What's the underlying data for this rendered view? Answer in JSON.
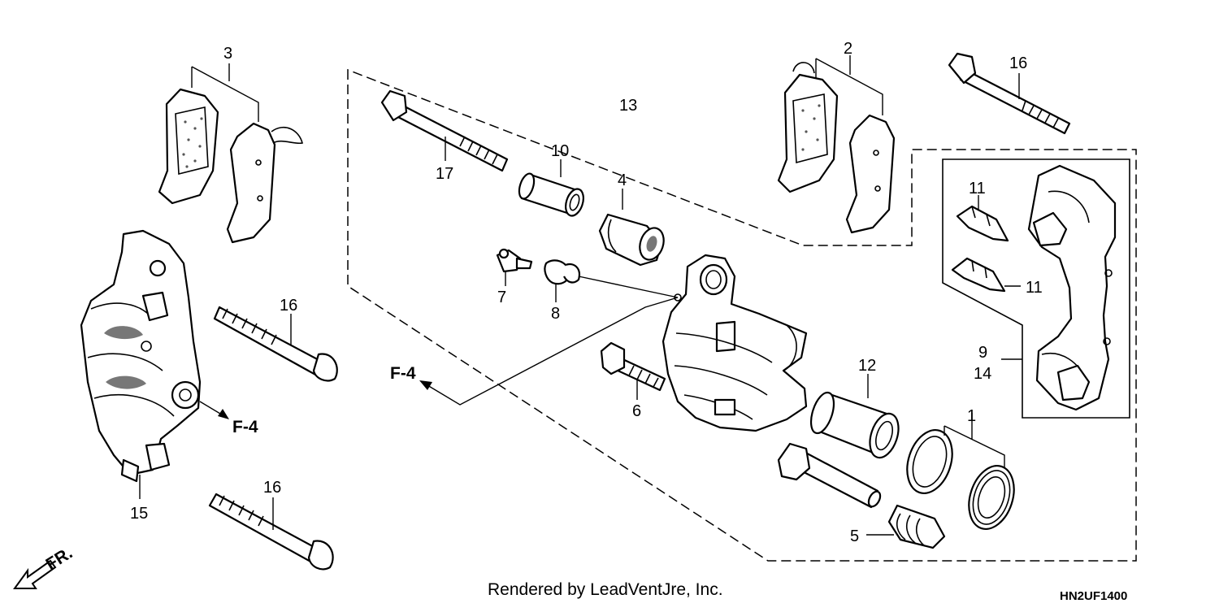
{
  "callouts": {
    "c1": "1",
    "c2": "2",
    "c3": "3",
    "c4": "4",
    "c5": "5",
    "c6": "6",
    "c7": "7",
    "c8": "8",
    "c9": "9",
    "c10": "10",
    "c11a": "11",
    "c11b": "11",
    "c12": "12",
    "c13": "13",
    "c14": "14",
    "c15": "15",
    "c16a": "16",
    "c16b": "16",
    "c16c": "16",
    "c17": "17"
  },
  "refs": {
    "f4_left": "F-4",
    "f4_center": "F-4",
    "front": "FR."
  },
  "footer": {
    "credit": "Rendered by LeadVentJre, Inc.",
    "code": "HN2UF1400"
  }
}
